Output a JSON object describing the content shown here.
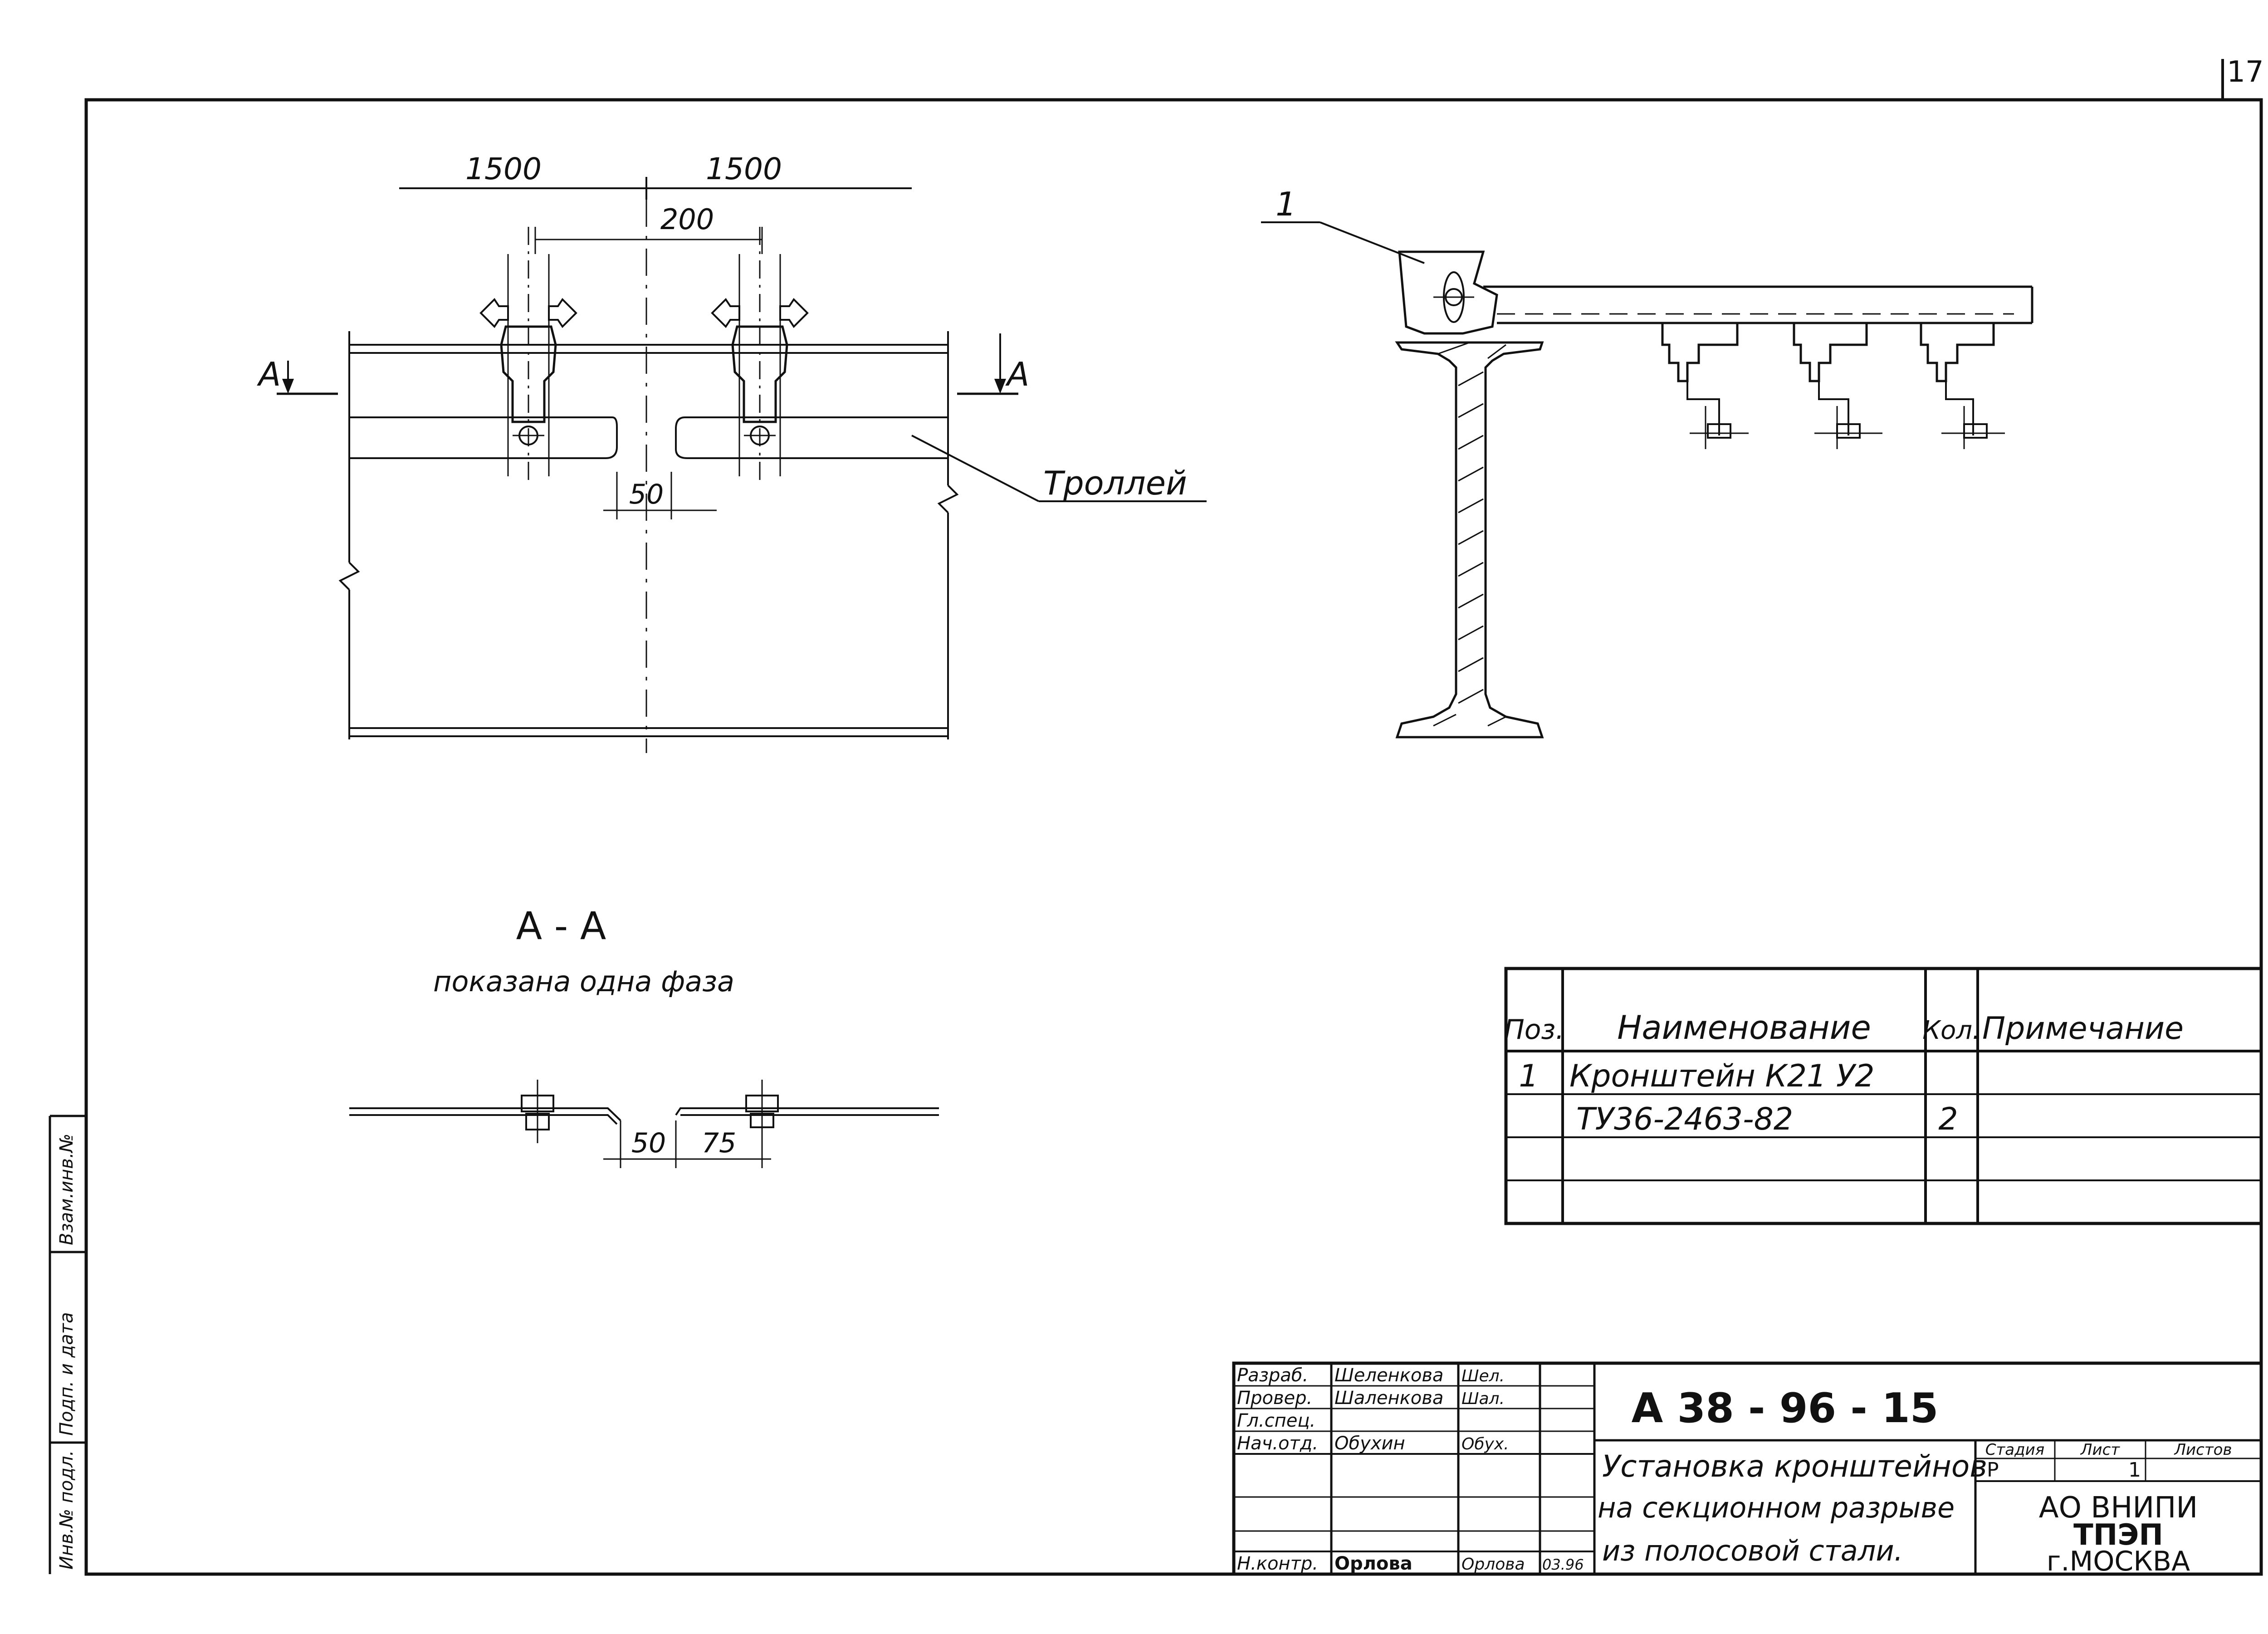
{
  "sheet_number": "17",
  "plan_view": {
    "dim_left": "1500",
    "dim_right": "1500",
    "dim_inner": "200",
    "dim_gap": "50",
    "section_mark_left": "А",
    "section_mark_right": "А",
    "trolley_label": "Троллей"
  },
  "section_view": {
    "title": "А - А",
    "subtitle": "показана одна фаза",
    "dim_gap": "50",
    "dim_offset": "75"
  },
  "elevation_view": {
    "position_callout": "1"
  },
  "spec_table": {
    "headers": [
      "Поз.",
      "Наименование",
      "Кол.",
      "Примечание"
    ],
    "rows": [
      [
        "1",
        "Кронштейн К21 У2",
        "",
        ""
      ],
      [
        "",
        "ТУ36-2463-82",
        "2",
        ""
      ],
      [
        "",
        "",
        "",
        ""
      ],
      [
        "",
        "",
        "",
        ""
      ]
    ]
  },
  "title_block": {
    "doc_code": "А 38 - 96 - 15",
    "title_lines": [
      "Установка кронштейнов",
      "на секционном разрыве",
      "из полосовой стали."
    ],
    "roles": [
      {
        "role": "Разраб.",
        "name": "Шеленкова",
        "sign": "Шел."
      },
      {
        "role": "Провер.",
        "name": "Шаленкова",
        "sign": "Шал."
      },
      {
        "role": "Гл.спец.",
        "name": "",
        "sign": ""
      },
      {
        "role": "Нач.отд.",
        "name": "Обухин",
        "sign": "Обух."
      },
      {
        "role": "",
        "name": "",
        "sign": ""
      },
      {
        "role": "",
        "name": "",
        "sign": ""
      },
      {
        "role": "Н.контр.",
        "name": "Орлова",
        "sign": "Орлова",
        "date": "03.96"
      }
    ],
    "stage_header": "Стадия",
    "sheet_header": "Лист",
    "sheets_header": "Листов",
    "stage_value": "Р",
    "sheet_value": "1",
    "org_lines": [
      "АО ВНИПИ",
      "ТПЭП",
      "г.МОСКВА"
    ]
  },
  "margin_stamp": [
    "Инв.№ подл.",
    "Подп. и дата",
    "Взам.инв.№"
  ]
}
